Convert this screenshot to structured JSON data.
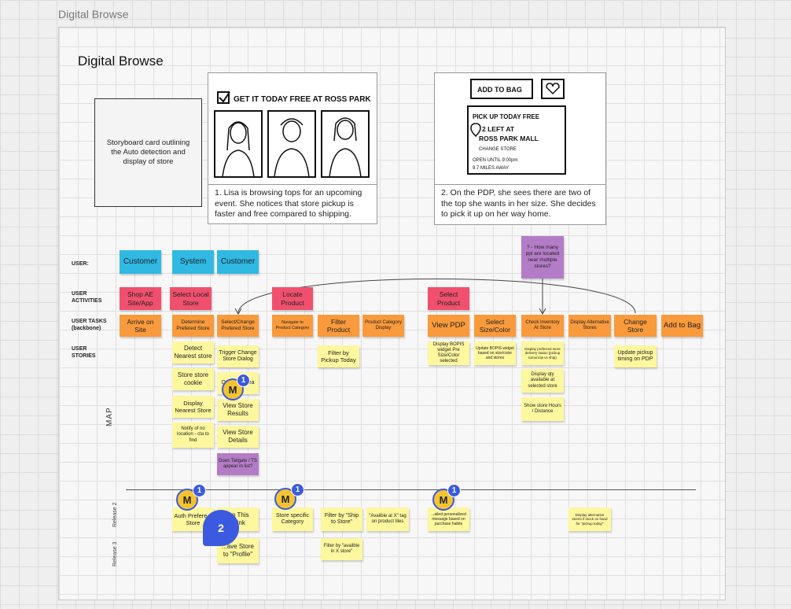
{
  "frame": {
    "label": "Digital Browse",
    "title": "Digital Browse"
  },
  "storyboard_note": "Storyboard card outlining the Auto detection and display of store",
  "cards": [
    {
      "sketch_text": "GET IT TODAY FREE AT ROSS PARK",
      "caption": "1. Lisa is browsing tops for an upcoming event. She notices that store pickup is faster and free compared to shipping."
    },
    {
      "sketch_add_to_bag": "ADD TO BAG",
      "sketch_pickup": "PICK UP TODAY FREE",
      "sketch_left": "2 LEFT AT",
      "sketch_mall": "ROSS PARK MALL",
      "sketch_change": "CHANGE STORE",
      "sketch_open": "OPEN UNTIL 9:00pm",
      "sketch_miles": "9.7 MILES AWAY",
      "caption": "2. On the PDP, she sees there are two of the top she wants in her size. She decides to pick it up on her way home."
    }
  ],
  "row_labels": {
    "user": "USER:",
    "activities": "USER ACTIVITIES",
    "tasks": "USER TASKS (backbone)",
    "stories": "USER STORIES"
  },
  "map_label": "MAP",
  "release_labels": [
    "Release 2",
    "Release 3"
  ],
  "users": [
    "Customer",
    "System",
    "Customer"
  ],
  "activities": [
    "Shop AE Site/App",
    "Select Local Store",
    "Locate Product",
    "Select Product"
  ],
  "tasks": [
    "Arrive on Site",
    "Determine Prefered Store",
    "Select/Change Prefered Store",
    "Navigate to Product Category",
    "Filter Product",
    "Product Category Display",
    "View PDP",
    "Select Size/Color",
    "Check Inventory At Store",
    "Display Alternative Stores",
    "Change Store",
    "Add to Bag"
  ],
  "question_note": "? - How many ppl are located near multiple stores?",
  "stories": {
    "determine": [
      "Detect Nearest store",
      "Store store cookie",
      "Display Nearest Store",
      "Notify of no location - cta to find"
    ],
    "select_change": [
      "Trigger Change Store Dialog",
      "Q...play ...rea",
      "View Store Results",
      "View Store Details",
      "Does Tailgate / TS appear in list?"
    ],
    "filter": [
      "Filter by Pickup Today"
    ],
    "view_pdp": [
      "Display BOPIS widget Pre Size/Color selected"
    ],
    "size_color": [
      "Update BOPIS widget based on size/color and stores"
    ],
    "inventory": [
      "Display preferred store delivery status (pickup tomorrow vs ship)",
      "Display qty available at selected store",
      "Show store Hours / Distance"
    ],
    "change_store": [
      "Update pickup timing on PDP"
    ]
  },
  "release2": [
    "Auth Prefere... Store",
    "...p This ...link",
    "Store specific Category",
    "Filter by \"Ship to Store\"",
    "\"Avalible at X\" tag on product tiles",
    "...ailed personalized message based on purchase habits",
    "Display alternative stores if stock on hand for \"pickup today\""
  ],
  "release3": [
    "...ave Store to \"Profile\"",
    "Filter by \"availble in X store\""
  ],
  "avatars": [
    {
      "letter": "M",
      "count": "1"
    },
    {
      "letter": "M",
      "count": "1"
    },
    {
      "letter": "M",
      "count": "1"
    },
    {
      "letter": "M",
      "count": "1"
    }
  ],
  "comment_bubble": "2",
  "colors": {
    "user": "#2fb9e3",
    "activity": "#f0506e",
    "task": "#f99a3c",
    "story": "#fdf79e",
    "question": "#b47cc7",
    "accent": "#3c5adf"
  }
}
